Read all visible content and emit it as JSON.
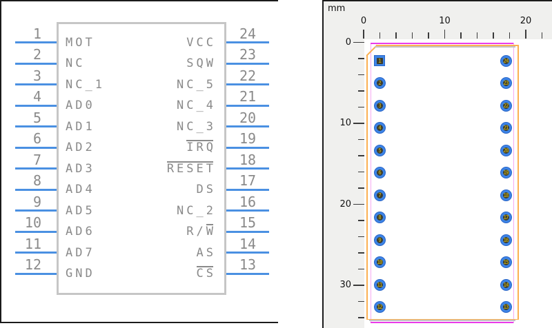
{
  "symbol_panel": {
    "left_pins": [
      {
        "num": "1",
        "segs": [
          {
            "t": "MOT",
            "ov": false
          }
        ]
      },
      {
        "num": "2",
        "segs": [
          {
            "t": "NC",
            "ov": false
          }
        ]
      },
      {
        "num": "3",
        "segs": [
          {
            "t": "NC_1",
            "ov": false
          }
        ]
      },
      {
        "num": "4",
        "segs": [
          {
            "t": "AD0",
            "ov": false
          }
        ]
      },
      {
        "num": "5",
        "segs": [
          {
            "t": "AD1",
            "ov": false
          }
        ]
      },
      {
        "num": "6",
        "segs": [
          {
            "t": "AD2",
            "ov": false
          }
        ]
      },
      {
        "num": "7",
        "segs": [
          {
            "t": "AD3",
            "ov": false
          }
        ]
      },
      {
        "num": "8",
        "segs": [
          {
            "t": "AD4",
            "ov": false
          }
        ]
      },
      {
        "num": "9",
        "segs": [
          {
            "t": "AD5",
            "ov": false
          }
        ]
      },
      {
        "num": "10",
        "segs": [
          {
            "t": "AD6",
            "ov": false
          }
        ]
      },
      {
        "num": "11",
        "segs": [
          {
            "t": "AD7",
            "ov": false
          }
        ]
      },
      {
        "num": "12",
        "segs": [
          {
            "t": "GND",
            "ov": false
          }
        ]
      }
    ],
    "right_pins": [
      {
        "num": "24",
        "segs": [
          {
            "t": "VCC",
            "ov": false
          }
        ]
      },
      {
        "num": "23",
        "segs": [
          {
            "t": "SQW",
            "ov": false
          }
        ]
      },
      {
        "num": "22",
        "segs": [
          {
            "t": "NC_5",
            "ov": false
          }
        ]
      },
      {
        "num": "21",
        "segs": [
          {
            "t": "NC_4",
            "ov": false
          }
        ]
      },
      {
        "num": "20",
        "segs": [
          {
            "t": "NC_3",
            "ov": false
          }
        ]
      },
      {
        "num": "19",
        "segs": [
          {
            "t": "IRQ",
            "ov": true
          }
        ]
      },
      {
        "num": "18",
        "segs": [
          {
            "t": "RESET",
            "ov": true
          }
        ]
      },
      {
        "num": "17",
        "segs": [
          {
            "t": "DS",
            "ov": false
          }
        ]
      },
      {
        "num": "16",
        "segs": [
          {
            "t": "NC_2",
            "ov": false
          }
        ]
      },
      {
        "num": "15",
        "segs": [
          {
            "t": "R/",
            "ov": false
          },
          {
            "t": "W",
            "ov": true
          }
        ]
      },
      {
        "num": "14",
        "segs": [
          {
            "t": "AS",
            "ov": false
          }
        ]
      },
      {
        "num": "13",
        "segs": [
          {
            "t": "CS",
            "ov": true
          }
        ]
      }
    ]
  },
  "footprint_panel": {
    "unit_label": "mm",
    "h_ruler_labels": [
      {
        "text": "0",
        "mm": 0
      },
      {
        "text": "10",
        "mm": 10
      },
      {
        "text": "20",
        "mm": 20
      }
    ],
    "v_ruler_labels": [
      {
        "text": "0",
        "mm": 0
      },
      {
        "text": "10",
        "mm": 10
      },
      {
        "text": "20",
        "mm": 20
      },
      {
        "text": "30",
        "mm": 30
      }
    ],
    "h_minor_ticks_mm": [
      2,
      4,
      6,
      8,
      12,
      14,
      16,
      18,
      22
    ],
    "v_minor_ticks_mm": [
      2,
      4,
      6,
      8,
      12,
      14,
      16,
      18,
      22,
      24,
      26,
      28,
      32,
      34
    ],
    "pads": {
      "left": [
        "1",
        "2",
        "3",
        "4",
        "5",
        "6",
        "7",
        "8",
        "9",
        "10",
        "11",
        "12"
      ],
      "right": [
        "24",
        "23",
        "22",
        "21",
        "20",
        "19",
        "18",
        "17",
        "16",
        "15",
        "14",
        "13"
      ]
    },
    "colors": {
      "pin_blue": "#4a90e2",
      "symbol_outline_gray": "#c6c6c6",
      "symbol_text_gray": "#8a8a8a",
      "pad_blue": "#3d84e6",
      "pad_number_olive": "#b3a019",
      "silkscreen_magenta": "#e93be9",
      "courtyard_pink": "#f6a9f2",
      "fab_orange": "#fbb051",
      "fab_body_gray": "#c2c2c2"
    }
  }
}
